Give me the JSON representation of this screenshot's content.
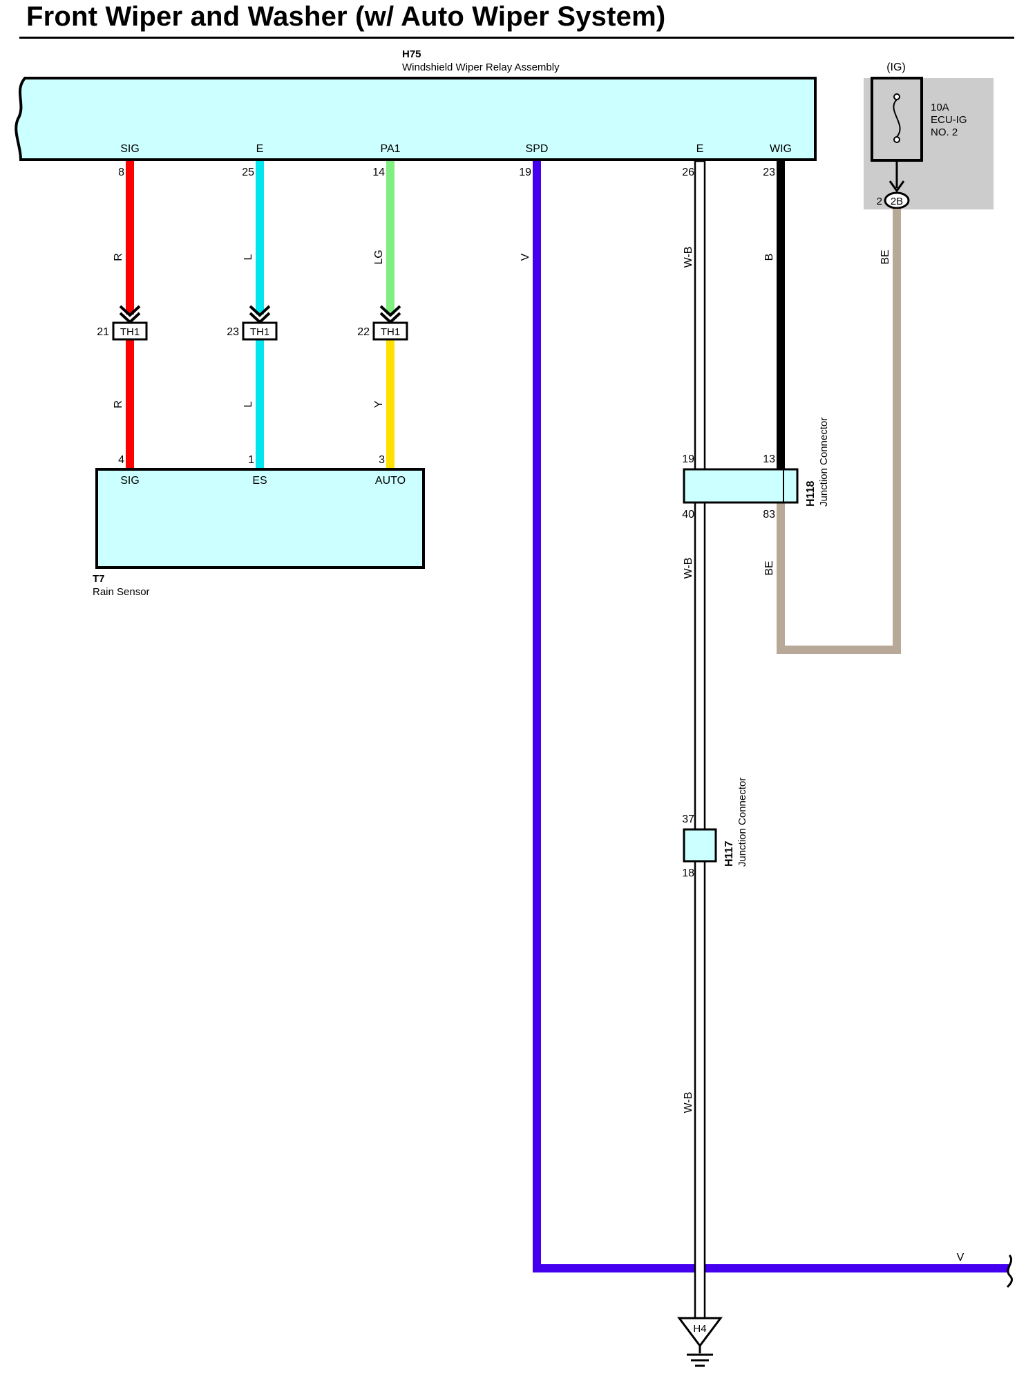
{
  "title": "Front Wiper and Washer (w/ Auto Wiper System)",
  "colors": {
    "component_fill": "#ccffff",
    "fuse_box_fill": "#cccccc",
    "R": "#ff0000",
    "L": "#00e5ee",
    "LG": "#80ee80",
    "Y": "#ffe000",
    "V": "#4400ee",
    "B": "#000000",
    "BE": "#b8a898",
    "W-B": "#ffffff"
  },
  "relay": {
    "code": "H75",
    "name": "Windshield Wiper Relay Assembly",
    "terminals": [
      {
        "name": "SIG",
        "pin": "8"
      },
      {
        "name": "E",
        "pin": "25"
      },
      {
        "name": "PA1",
        "pin": "14"
      },
      {
        "name": "SPD",
        "pin": "19"
      },
      {
        "name": "E",
        "pin": "26"
      },
      {
        "name": "WIG",
        "pin": "23"
      }
    ]
  },
  "fuse": {
    "supply": "(IG)",
    "rating": "10A",
    "name_line1": "ECU-IG",
    "name_line2": "NO. 2",
    "connector": "2B",
    "connector_pin": "2"
  },
  "connector_th1": {
    "code": "TH1",
    "pins": [
      "21",
      "23",
      "22"
    ]
  },
  "sensor": {
    "code": "T7",
    "name": "Rain Sensor",
    "terminals": [
      {
        "name": "SIG",
        "pin": "4"
      },
      {
        "name": "ES",
        "pin": "1"
      },
      {
        "name": "AUTO",
        "pin": "3"
      }
    ]
  },
  "wires": {
    "w1_upper": "R",
    "w1_lower": "R",
    "w2_upper": "L",
    "w2_lower": "L",
    "w3_upper": "LG",
    "w3_lower": "Y",
    "w4": "V",
    "w5_upper": "W-B",
    "w5_middle": "W-B",
    "w5_lower": "W-B",
    "w6": "B",
    "w7_fuse": "BE",
    "w7_junction": "BE",
    "v_bus": "V"
  },
  "jc_h118": {
    "code": "H118",
    "name": "Junction Connector",
    "pin_top_left": "19",
    "pin_top_right": "13",
    "pin_bottom_left": "40",
    "pin_bottom_right": "83"
  },
  "jc_h117": {
    "code": "H117",
    "name": "Junction Connector",
    "pin_top": "37",
    "pin_bottom": "18"
  },
  "ground": {
    "code": "H4"
  }
}
